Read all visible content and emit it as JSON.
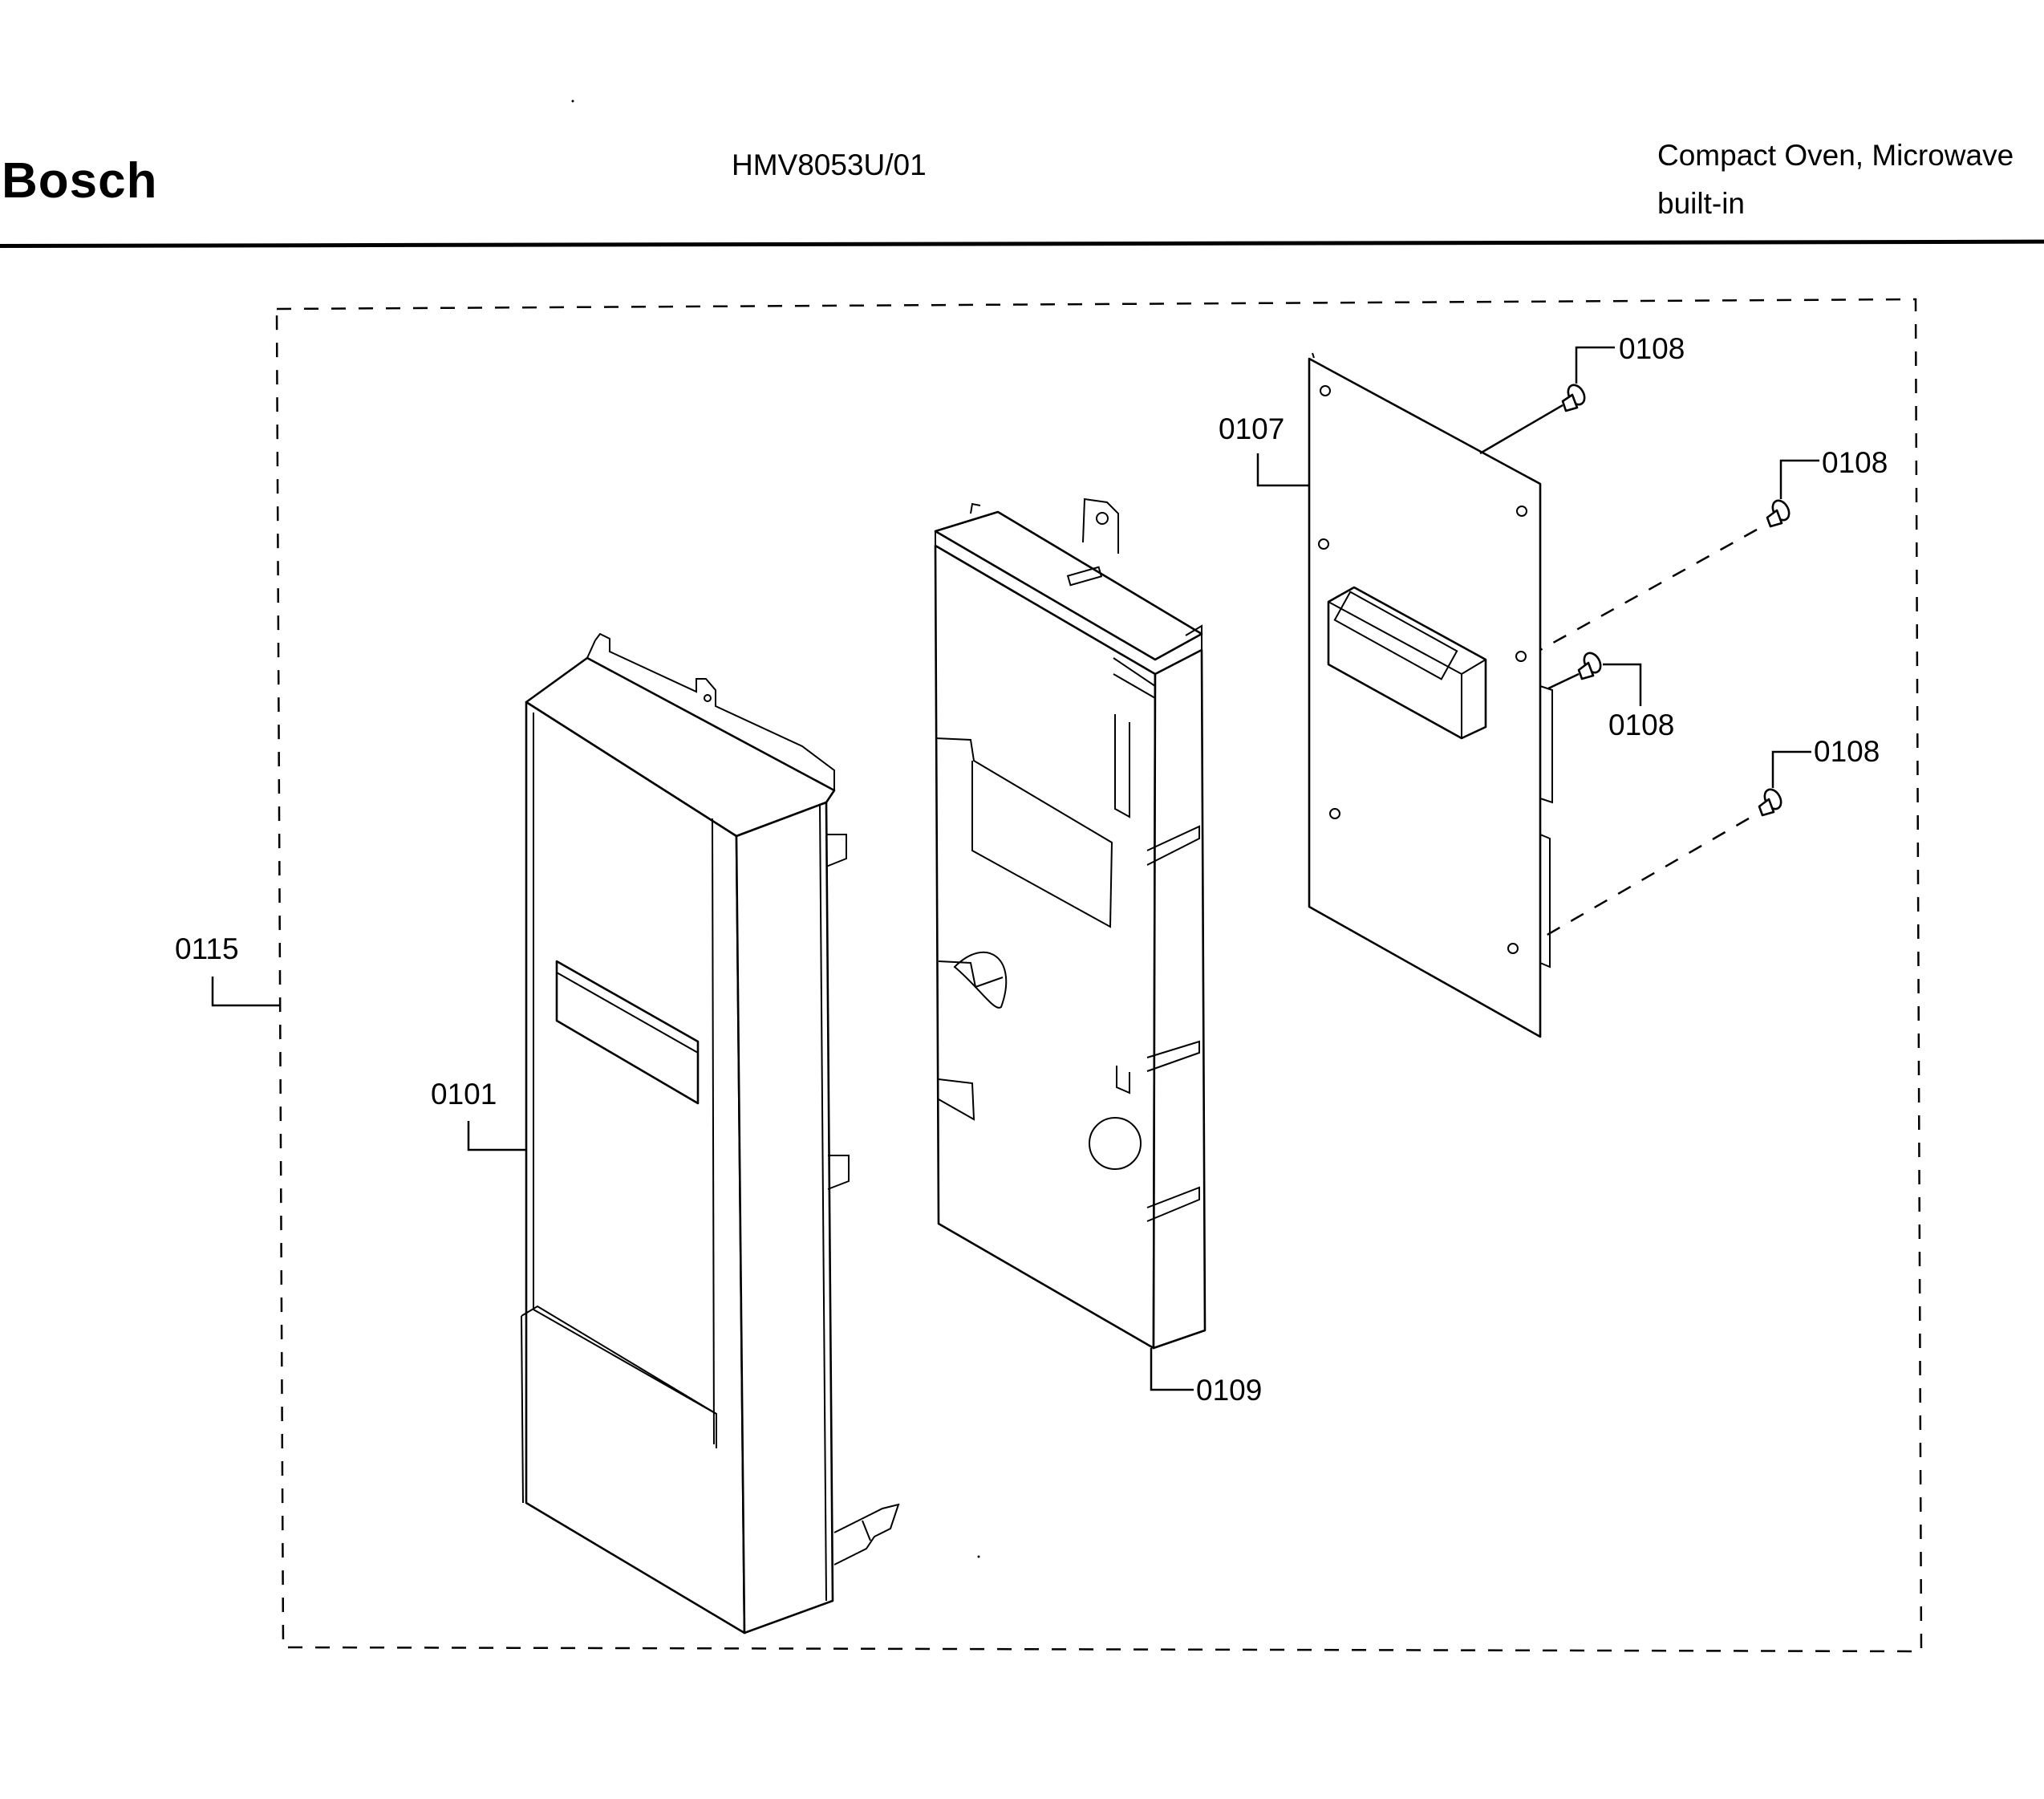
{
  "header": {
    "brand": "Bosch",
    "model": "HMV8053U/01",
    "description_line1": "Compact Oven, Microwave",
    "description_line2": "built-in"
  },
  "parts": {
    "p0101": "0101",
    "p0107": "0107",
    "p0108_a": "0108",
    "p0108_b": "0108",
    "p0108_c": "0108",
    "p0108_d": "0108",
    "p0109": "0109",
    "p0115": "0115"
  }
}
